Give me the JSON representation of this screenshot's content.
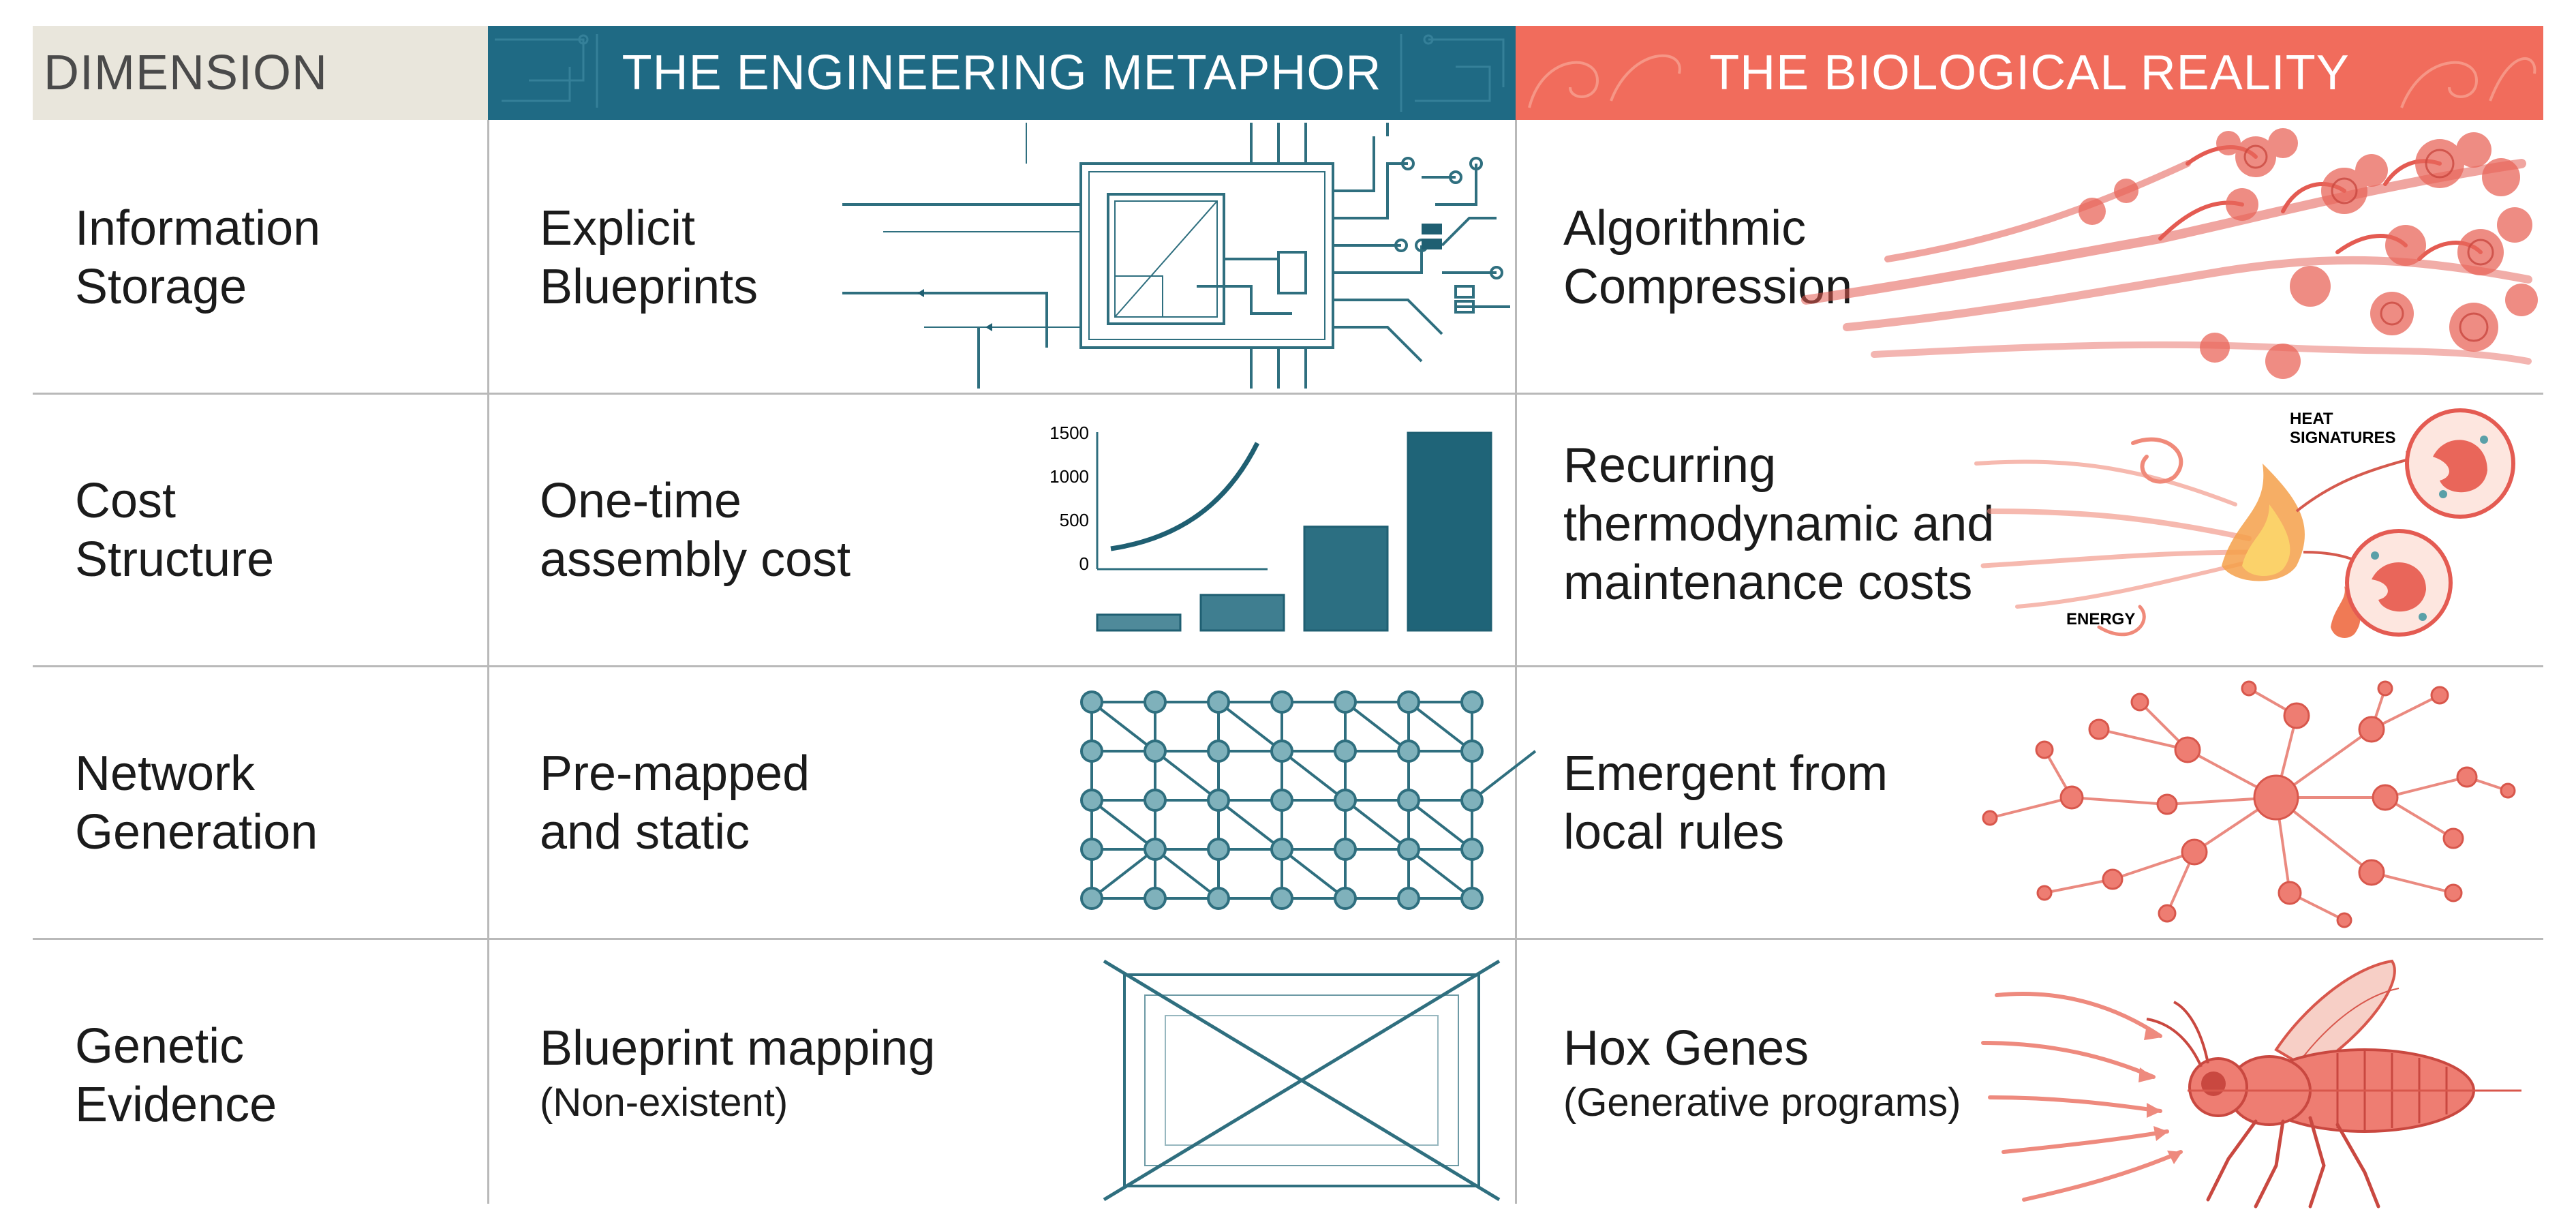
{
  "headers": {
    "dimension": "DIMENSION",
    "engineering": "THE ENGINEERING METAPHOR",
    "biological": "THE BIOLOGICAL REALITY"
  },
  "rows": [
    {
      "dimension": [
        "Information",
        "Storage"
      ],
      "engineering": [
        "Explicit",
        "Blueprints"
      ],
      "biological": [
        "Algorithmic",
        "Compression"
      ]
    },
    {
      "dimension": [
        "Cost",
        "Structure"
      ],
      "engineering": [
        "One-time",
        "assembly cost"
      ],
      "biological": [
        "Recurring",
        "thermodynamic and",
        "maintenance costs"
      ]
    },
    {
      "dimension": [
        "Network",
        "Generation"
      ],
      "engineering": [
        "Pre-mapped",
        "and static"
      ],
      "biological": [
        "Emergent from",
        "local rules"
      ]
    },
    {
      "dimension": [
        "Genetic",
        "Evidence"
      ],
      "engineering": [
        "Blueprint mapping"
      ],
      "engineering_sub": "(Non-existent)",
      "biological": [
        "Hox Genes"
      ],
      "biological_sub": "(Generative programs)"
    }
  ],
  "cost_chart": {
    "type": "bar",
    "y_ticks": [
      "1500",
      "1000",
      "500",
      "0"
    ],
    "values": [
      160,
      360,
      1050,
      2000
    ],
    "ylim": [
      0,
      2000
    ]
  },
  "heat_labels": {
    "heat": [
      "HEAT",
      "SIGNATURES"
    ],
    "energy": "ENERGY"
  },
  "colors": {
    "dimension_header_bg": "#e9e6dc",
    "engineering_header_bg": "#1f6a84",
    "biological_header_bg": "#f16c5c",
    "teal": "#2f6f7f",
    "coral": "#e9665a",
    "grid_line": "#b9b9b9"
  },
  "icons": {
    "r1_eng": "circuit-blueprint-icon",
    "r1_bio": "fractal-tree-icon",
    "r2_bio": "heat-cells-icon",
    "r3_eng": "grid-network-icon",
    "r3_bio": "organic-network-icon",
    "r4_eng": "crossed-box-icon",
    "r4_bio": "fruit-fly-icon"
  }
}
